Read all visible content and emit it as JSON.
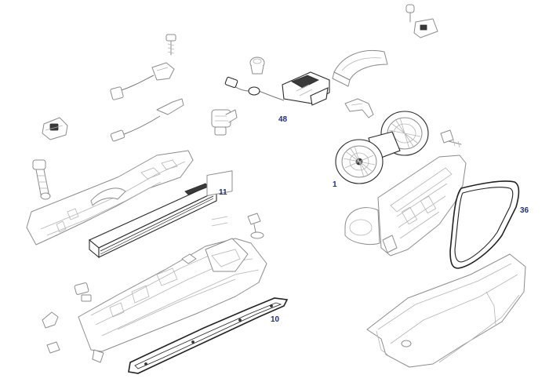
{
  "callouts": [
    {
      "id": "part-1",
      "label": "1"
    },
    {
      "id": "part-10",
      "label": "10"
    },
    {
      "id": "part-11",
      "label": "11"
    },
    {
      "id": "part-36",
      "label": "36"
    },
    {
      "id": "part-48",
      "label": "48"
    }
  ],
  "colors": {
    "callout_text": "#1f2f7a",
    "outline": "#8c8c8c",
    "highlight": "#2a2a2a",
    "background": "#ffffff"
  }
}
